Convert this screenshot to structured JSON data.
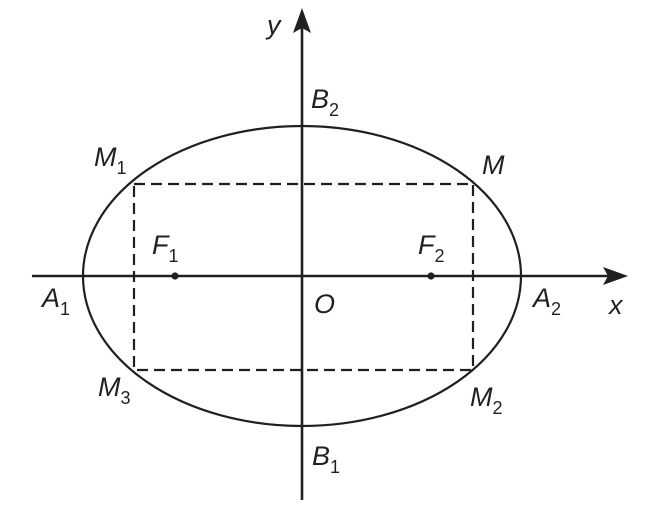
{
  "axes": {
    "x_label": "x",
    "y_label": "y",
    "origin_label": "O"
  },
  "points": {
    "A1": {
      "letter": "A",
      "sub": "1"
    },
    "A2": {
      "letter": "A",
      "sub": "2"
    },
    "B1": {
      "letter": "B",
      "sub": "1"
    },
    "B2": {
      "letter": "B",
      "sub": "2"
    },
    "F1": {
      "letter": "F",
      "sub": "1"
    },
    "F2": {
      "letter": "F",
      "sub": "2"
    },
    "M": {
      "letter": "M",
      "sub": ""
    },
    "M1": {
      "letter": "M",
      "sub": "1"
    },
    "M2": {
      "letter": "M",
      "sub": "2"
    },
    "M3": {
      "letter": "M",
      "sub": "3"
    }
  },
  "colors": {
    "line": "#231f20",
    "background": "#ffffff"
  }
}
